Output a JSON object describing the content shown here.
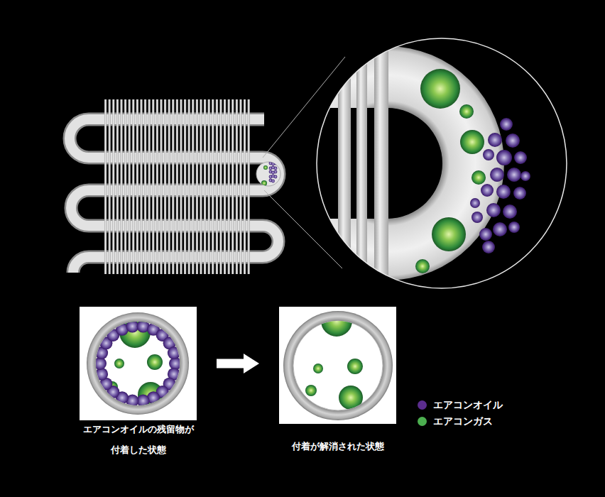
{
  "diagram": {
    "nodes": [
      {
        "text": [
          "エアコンオイルの残留物が 付着した状態"
        ]
      },
      {
        "text": [
          "付着が解消された状態"
        ]
      }
    ],
    "edges": [
      {
        "from": 0,
        "to": 1,
        "arrow": "to"
      }
    ],
    "legend": [
      {
        "text": "エアコンオイル",
        "color": "#5b2d8e"
      },
      {
        "text": "エアコンガス",
        "color": "#4caf50"
      }
    ]
  }
}
